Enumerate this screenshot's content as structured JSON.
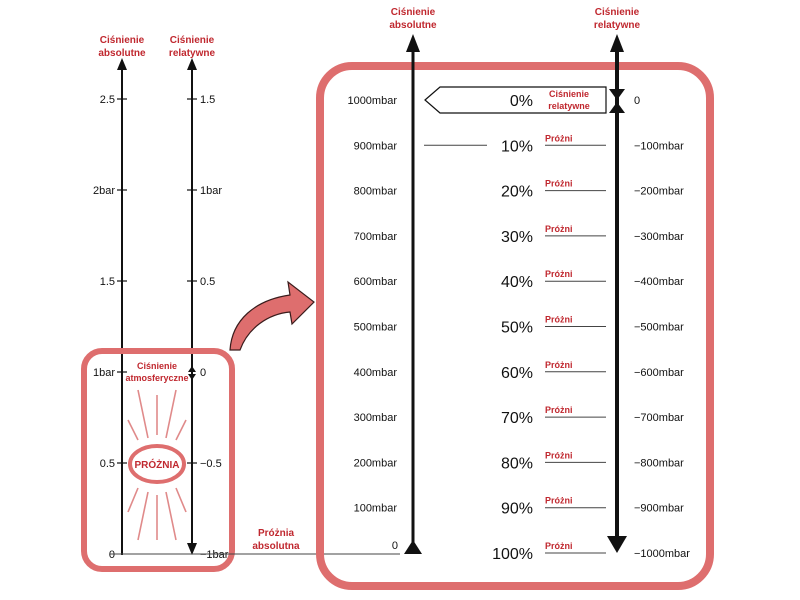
{
  "colors": {
    "accent_red": "#c0282f",
    "box_stroke": "#de6e6e",
    "axis": "#111111",
    "rule": "#444444"
  },
  "left_panel": {
    "abs_title": [
      "Ciśnienie",
      "absolutne"
    ],
    "rel_title": [
      "Ciśnienie",
      "relatywne"
    ],
    "abs_ticks": [
      {
        "label": "2.5",
        "value": 2.5
      },
      {
        "label": "2bar",
        "value": 2.0
      },
      {
        "label": "1.5",
        "value": 1.5
      },
      {
        "label": "1bar",
        "value": 1.0
      },
      {
        "label": "0.5",
        "value": 0.5
      },
      {
        "label": "0",
        "value": 0
      }
    ],
    "rel_ticks": [
      {
        "label": "1.5",
        "value": 1.5
      },
      {
        "label": "1bar",
        "value": 1.0
      },
      {
        "label": "0.5",
        "value": 0.5
      },
      {
        "label": "0",
        "value": 0
      },
      {
        "label": "−0.5",
        "value": -0.5
      },
      {
        "label": "−1bar",
        "value": -1.0
      }
    ],
    "atm_label": [
      "Ciśnienie",
      "atmosferyczne"
    ],
    "vacuum_label": "PRÓŻNIA",
    "abs_vacuum_label": [
      "Próżnia",
      "absolutna"
    ]
  },
  "right_panel": {
    "abs_title": [
      "Ciśnienie",
      "absolutne"
    ],
    "rel_title": [
      "Ciśnienie",
      "relatywne"
    ],
    "rel_marker_label": [
      "Ciśnienie",
      "relatywne"
    ],
    "zero_abs_label": "0",
    "zero_rel_label": "0",
    "rows": [
      {
        "abs": "1000mbar",
        "pct": "0%",
        "rel": "0",
        "vac": ""
      },
      {
        "abs": "900mbar",
        "pct": "10%",
        "rel": "−100mbar",
        "vac": "Próżni"
      },
      {
        "abs": "800mbar",
        "pct": "20%",
        "rel": "−200mbar",
        "vac": "Próżni"
      },
      {
        "abs": "700mbar",
        "pct": "30%",
        "rel": "−300mbar",
        "vac": "Próżni"
      },
      {
        "abs": "600mbar",
        "pct": "40%",
        "rel": "−400mbar",
        "vac": "Próżni"
      },
      {
        "abs": "500mbar",
        "pct": "50%",
        "rel": "−500mbar",
        "vac": "Próżni"
      },
      {
        "abs": "400mbar",
        "pct": "60%",
        "rel": "−600mbar",
        "vac": "Próżni"
      },
      {
        "abs": "300mbar",
        "pct": "70%",
        "rel": "−700mbar",
        "vac": "Próżni"
      },
      {
        "abs": "200mbar",
        "pct": "80%",
        "rel": "−800mbar",
        "vac": "Próżni"
      },
      {
        "abs": "100mbar",
        "pct": "90%",
        "rel": "−900mbar",
        "vac": "Próżni"
      },
      {
        "abs": "",
        "pct": "100%",
        "rel": "−1000mbar",
        "vac": "Próżni"
      }
    ]
  }
}
